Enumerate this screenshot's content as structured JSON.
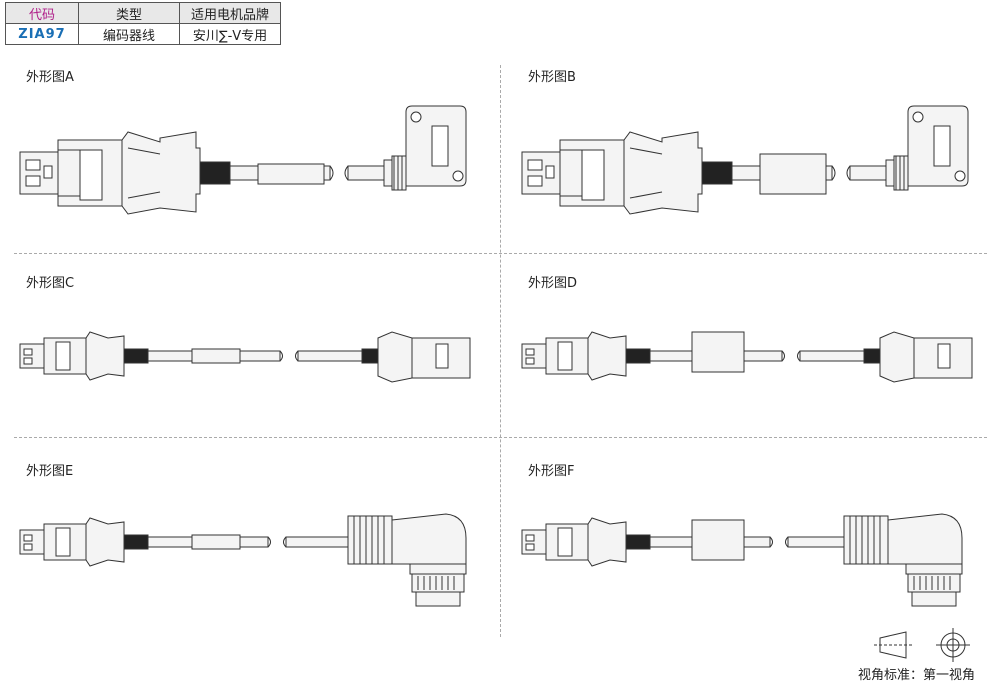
{
  "table": {
    "headers": [
      "代码",
      "类型",
      "适用电机品牌"
    ],
    "row": [
      "ZIA97",
      "编码器线",
      "安川∑-V专用"
    ]
  },
  "figures": [
    {
      "id": "A",
      "label": "外形图A"
    },
    {
      "id": "B",
      "label": "外形图B"
    },
    {
      "id": "C",
      "label": "外形图C"
    },
    {
      "id": "D",
      "label": "外形图D"
    },
    {
      "id": "E",
      "label": "外形图E"
    },
    {
      "id": "F",
      "label": "外形图F"
    }
  ],
  "footer": {
    "projection_label": "视角标准：第一视角"
  },
  "colors": {
    "line": "#333333",
    "fill": "#f4f4f4",
    "dashed": "#aaaaaa",
    "header_code": "#b0208a",
    "code": "#1a6fb5"
  }
}
